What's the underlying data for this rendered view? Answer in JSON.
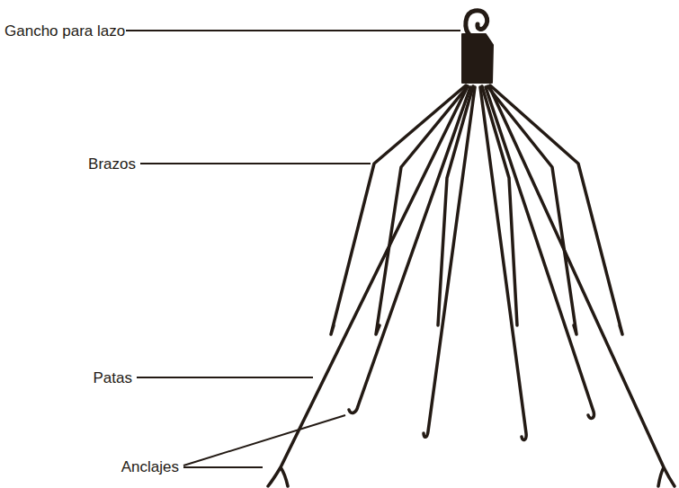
{
  "diagram": {
    "labels": [
      "Gancho para lazo",
      "Brazos",
      "Patas",
      "Anclajes"
    ]
  }
}
